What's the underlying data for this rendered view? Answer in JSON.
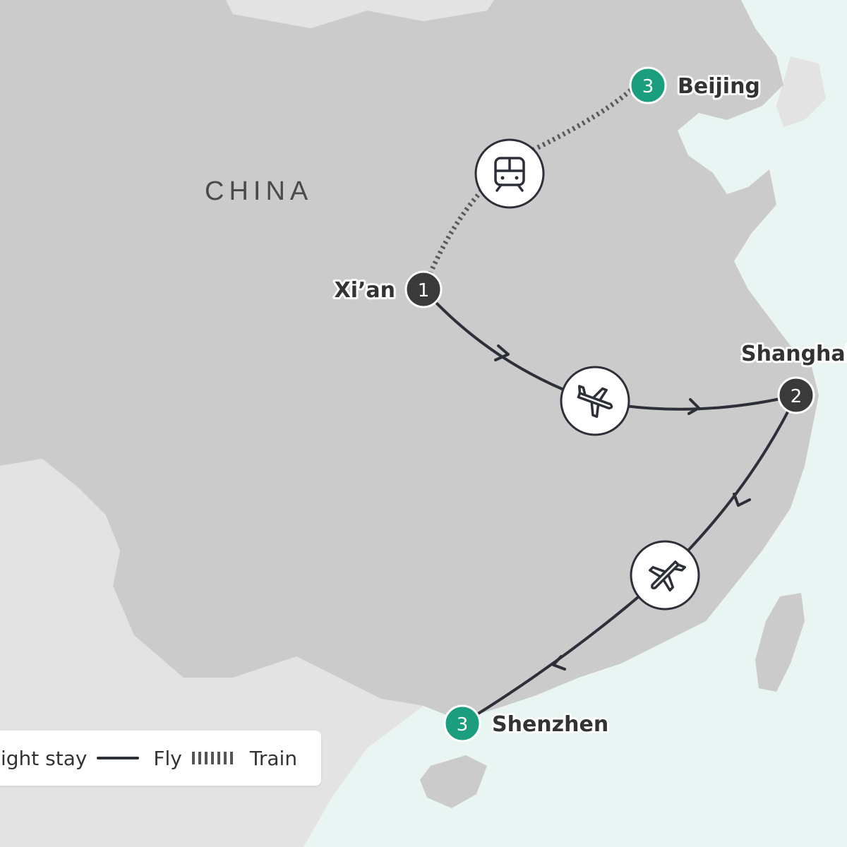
{
  "map": {
    "country_label": "CHINA",
    "colors": {
      "sea": "#e9f5f2",
      "land_highlight": "#cbcbcb",
      "land_other": "#e3e3e3",
      "route": "#2d3038",
      "pin_start": "#3a3a3a",
      "pin_stop": "#1a9e7e"
    },
    "stops": [
      {
        "name": "Beijing",
        "nights": "3",
        "type": "end"
      },
      {
        "name": "Xi’an",
        "nights": "1",
        "type": "start"
      },
      {
        "name": "Shanghai",
        "nights": "2",
        "type": "stop"
      },
      {
        "name": "Shenzhen",
        "nights": "3",
        "type": "end"
      }
    ],
    "legs": [
      {
        "from": "Xi’an",
        "to": "Beijing",
        "mode": "Train",
        "icon": "train-icon"
      },
      {
        "from": "Xi’an",
        "to": "Shanghai",
        "mode": "Fly",
        "icon": "plane-icon"
      },
      {
        "from": "Shanghai",
        "to": "Shenzhen",
        "mode": "Fly",
        "icon": "plane-icon"
      }
    ]
  },
  "legend": {
    "stay_label": "Night stay",
    "fly_label": "Fly",
    "train_label": "Train"
  }
}
